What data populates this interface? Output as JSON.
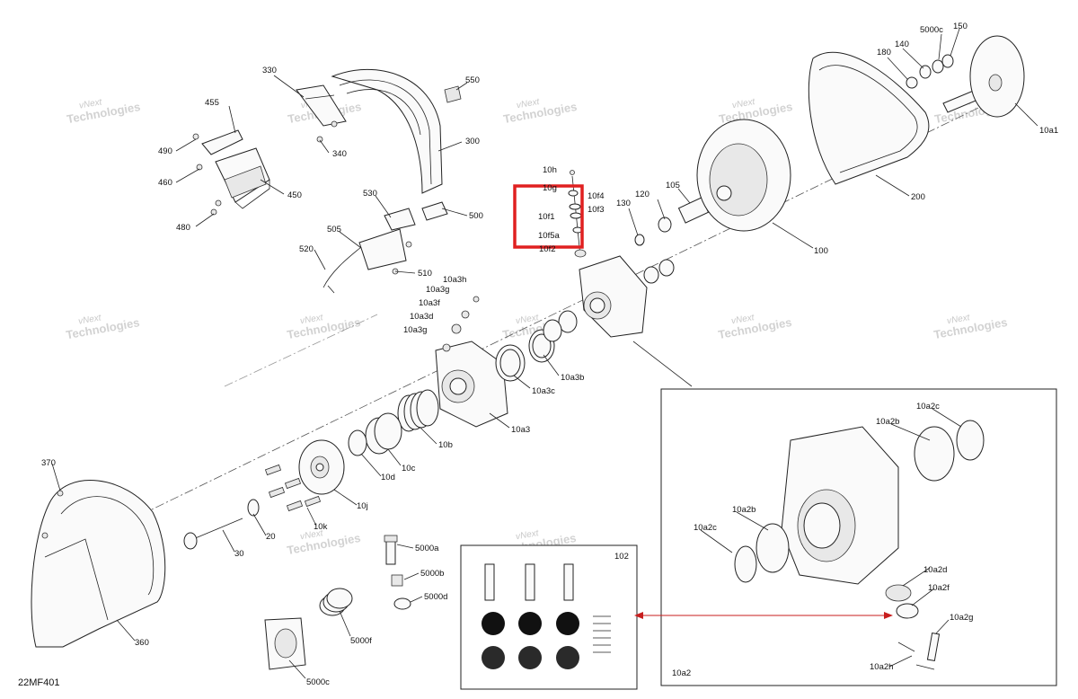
{
  "diagram": {
    "code": "22MF401",
    "watermark_line1": "vNext",
    "watermark_line2": "Technologies",
    "highlight_color": "#e02020",
    "arrow_color": "#c81e1e",
    "labels": {
      "l330": "330",
      "l550": "550",
      "l455": "455",
      "l490": "490",
      "l460": "460",
      "l450": "450",
      "l480": "480",
      "l340": "340",
      "l300": "300",
      "l530": "530",
      "l500": "500",
      "l505": "505",
      "l520": "520",
      "l510": "510",
      "l10h": "10h",
      "l10g": "10g",
      "l10f4": "10f4",
      "l10f3": "10f3",
      "l10f1": "10f1",
      "l10f5a": "10f5a",
      "l10f2": "10f2",
      "l120": "120",
      "l130": "130",
      "l105": "105",
      "l100": "100",
      "l200": "200",
      "l180": "180",
      "l140": "140",
      "l5000c_top": "5000c",
      "l150": "150",
      "l10a1": "10a1",
      "l10a3h": "10a3h",
      "l10a3g_top": "10a3g",
      "l10a3f": "10a3f",
      "l10a3d": "10a3d",
      "l10a3g_bot": "10a3g",
      "l10a3b": "10a3b",
      "l10a3c": "10a3c",
      "l10a3": "10a3",
      "l10b": "10b",
      "l10c": "10c",
      "l10d": "10d",
      "l10j": "10j",
      "l10k": "10k",
      "l370": "370",
      "l20": "20",
      "l30": "30",
      "l360": "360",
      "l5000a": "5000a",
      "l5000b": "5000b",
      "l5000d": "5000d",
      "l5000f": "5000f",
      "l5000c_bot": "5000c",
      "l102": "102",
      "l10a2c_top": "10a2c",
      "l10a2b_top": "10a2b",
      "l10a2b_mid": "10a2b",
      "l10a2c_left": "10a2c",
      "l10a2d": "10a2d",
      "l10a2f": "10a2f",
      "l10a2g": "10a2g",
      "l10a2h": "10a2h",
      "l10a2": "10a2"
    }
  }
}
